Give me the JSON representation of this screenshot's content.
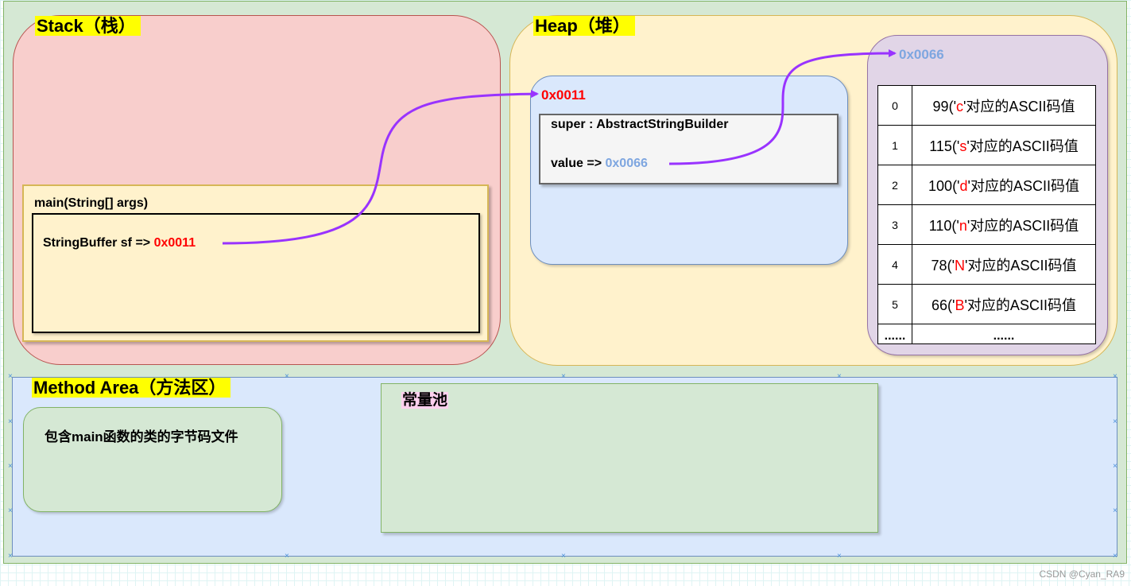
{
  "stack": {
    "title": "Stack（栈）",
    "frame_label": "main(String[] args)",
    "var_label": "StringBuffer sf => ",
    "var_ref": "0x0011"
  },
  "heap": {
    "title": "Heap（堆）",
    "object": {
      "address": "0x0011",
      "super_label": "super : AbstractStringBuilder",
      "value_label": "value => ",
      "value_ref": "0x0066"
    },
    "array": {
      "address": "0x0066",
      "rows": [
        {
          "index": "0",
          "pre": "99('",
          "ch": "c",
          "post": "'对应的ASCII码值"
        },
        {
          "index": "1",
          "pre": "115('",
          "ch": "s",
          "post": "'对应的ASCII码值"
        },
        {
          "index": "2",
          "pre": "100('",
          "ch": "d",
          "post": "'对应的ASCII码值"
        },
        {
          "index": "3",
          "pre": "110('",
          "ch": "n",
          "post": "'对应的ASCII码值"
        },
        {
          "index": "4",
          "pre": "78('",
          "ch": "N",
          "post": "'对应的ASCII码值"
        },
        {
          "index": "5",
          "pre": "66('",
          "ch": "B",
          "post": "'对应的ASCII码值"
        }
      ],
      "ellipsis_left": "......",
      "ellipsis_right": "......"
    }
  },
  "method_area": {
    "title": "Method Area（方法区）",
    "class_file": "包含main函数的类的字节码文件",
    "constant_pool": "常量池"
  },
  "watermark": "CSDN @Cyan_RA9",
  "colors": {
    "stack_fill": "#f8cecc",
    "heap_fill": "#fff2cc",
    "object_fill": "#dae8fc",
    "array_fill": "#e1d5e7",
    "method_fill": "#dae8fc",
    "pointer": "#9933ff",
    "ref_red": "#ff0000",
    "ref_blue": "#7ea6e0"
  }
}
